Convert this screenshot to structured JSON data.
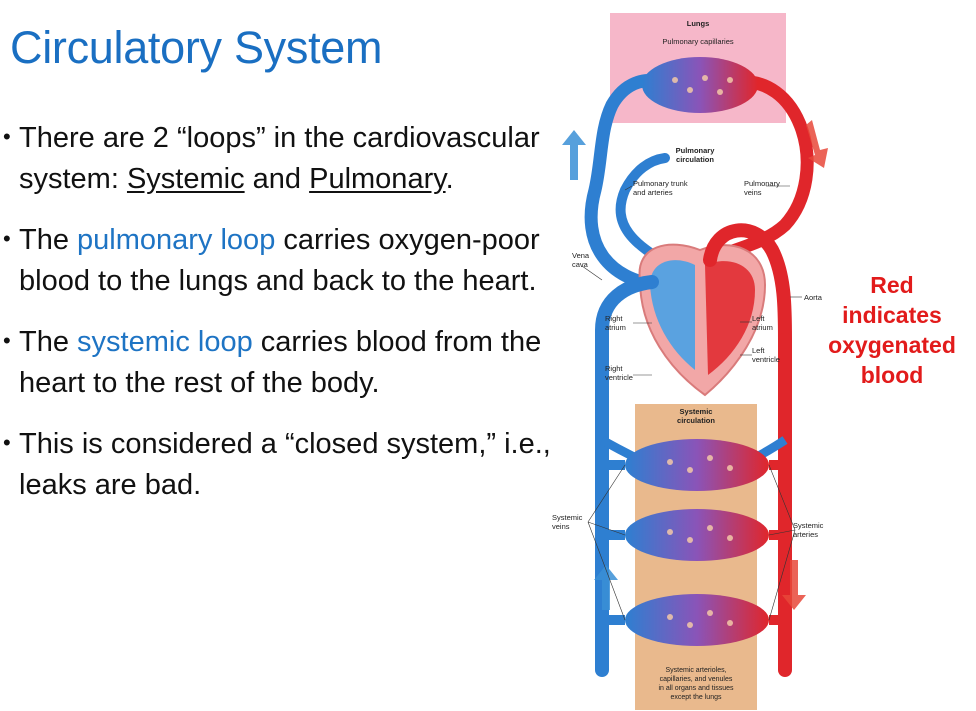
{
  "slide": {
    "title": "Circulatory System",
    "bullet_glyph": "•"
  },
  "bullets": [
    {
      "parts": [
        {
          "text": "There are 2 “loops” in the cardiovascular system: ",
          "style": "plain"
        },
        {
          "text": "Systemic",
          "style": "underline"
        },
        {
          "text": " and ",
          "style": "plain"
        },
        {
          "text": "Pulmonary",
          "style": "underline"
        },
        {
          "text": ".",
          "style": "plain"
        }
      ]
    },
    {
      "parts": [
        {
          "text": "The ",
          "style": "plain"
        },
        {
          "text": "pulmonary loop",
          "style": "highlight"
        },
        {
          "text": " carries oxygen-poor blood to the lungs and back to the heart.",
          "style": "plain"
        }
      ]
    },
    {
      "parts": [
        {
          "text": "The ",
          "style": "plain"
        },
        {
          "text": "systemic loop",
          "style": "highlight"
        },
        {
          "text": " carries blood from the heart to the rest of the body.",
          "style": "plain"
        }
      ]
    },
    {
      "parts": [
        {
          "text": "This is considered a “closed system,” i.e., leaks are bad.",
          "style": "plain"
        }
      ]
    }
  ],
  "note": {
    "lines": [
      "Red",
      "indicates",
      "oxygenated",
      "blood"
    ]
  },
  "diagram": {
    "labels": {
      "lungs": "Lungs",
      "pulmonary_capillaries": "Pulmonary capillaries",
      "pulmonary_circulation_1": "Pulmonary",
      "pulmonary_circulation_2": "circulation",
      "pulmonary_trunk_1": "Pulmonary trunk",
      "pulmonary_trunk_2": "and arteries",
      "pulmonary_veins_1": "Pulmonary",
      "pulmonary_veins_2": "veins",
      "vena_cava_1": "Vena",
      "vena_cava_2": "cava",
      "aorta": "Aorta",
      "right_atrium_1": "Right",
      "right_atrium_2": "atrium",
      "left_atrium_1": "Left",
      "left_atrium_2": "atrium",
      "left_ventricle_1": "Left",
      "left_ventricle_2": "ventricle",
      "right_ventricle_1": "Right",
      "right_ventricle_2": "ventricle",
      "systemic_circulation_1": "Systemic",
      "systemic_circulation_2": "circulation",
      "systemic_veins_1": "Systemic",
      "systemic_veins_2": "veins",
      "systemic_arteries_1": "Systemic",
      "systemic_arteries_2": "arteries",
      "capillaries_note_1": "Systemic arterioles,",
      "capillaries_note_2": "capillaries, and venules",
      "capillaries_note_3": "in all organs and tissues",
      "capillaries_note_4": "except the lungs"
    },
    "colors": {
      "oxygenated": "#e0262b",
      "deoxygenated": "#2e7fd1",
      "lung_box": "#f6b7c9",
      "tissue_box": "#e9b98d",
      "heart": "#f2a7a7",
      "arrow_blue": "#3a8fd6",
      "arrow_red": "#e8483a"
    }
  }
}
